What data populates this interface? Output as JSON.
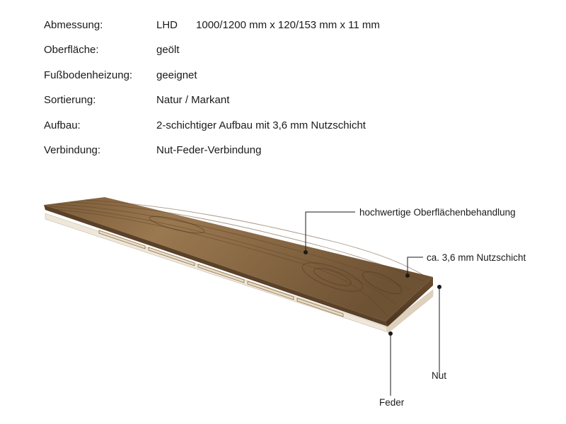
{
  "specs": [
    {
      "label": "Abmessung:",
      "value_code": "LHD",
      "value": "1000/1200 mm x 120/153 mm x 11 mm"
    },
    {
      "label": "Oberfläche:",
      "value": "geölt"
    },
    {
      "label": "Fußbodenheizung:",
      "value": "geeignet"
    },
    {
      "label": "Sortierung:",
      "value": "Natur / Markant"
    },
    {
      "label": "Aufbau:",
      "value": "2-schichtiger Aufbau mit 3,6 mm Nutzschicht"
    },
    {
      "label": "Verbindung:",
      "value": "Nut-Feder-Verbindung"
    }
  ],
  "callouts": {
    "surface": "hochwertige Oberflächenbehandlung",
    "wear_layer": "ca. 3,6 mm Nutzschicht",
    "groove": "Nut",
    "tongue": "Feder"
  },
  "colors": {
    "wood_top": "#8a6a45",
    "wood_dark": "#5e4429",
    "backing": "#efe7da",
    "line": "#1a1a1a"
  }
}
